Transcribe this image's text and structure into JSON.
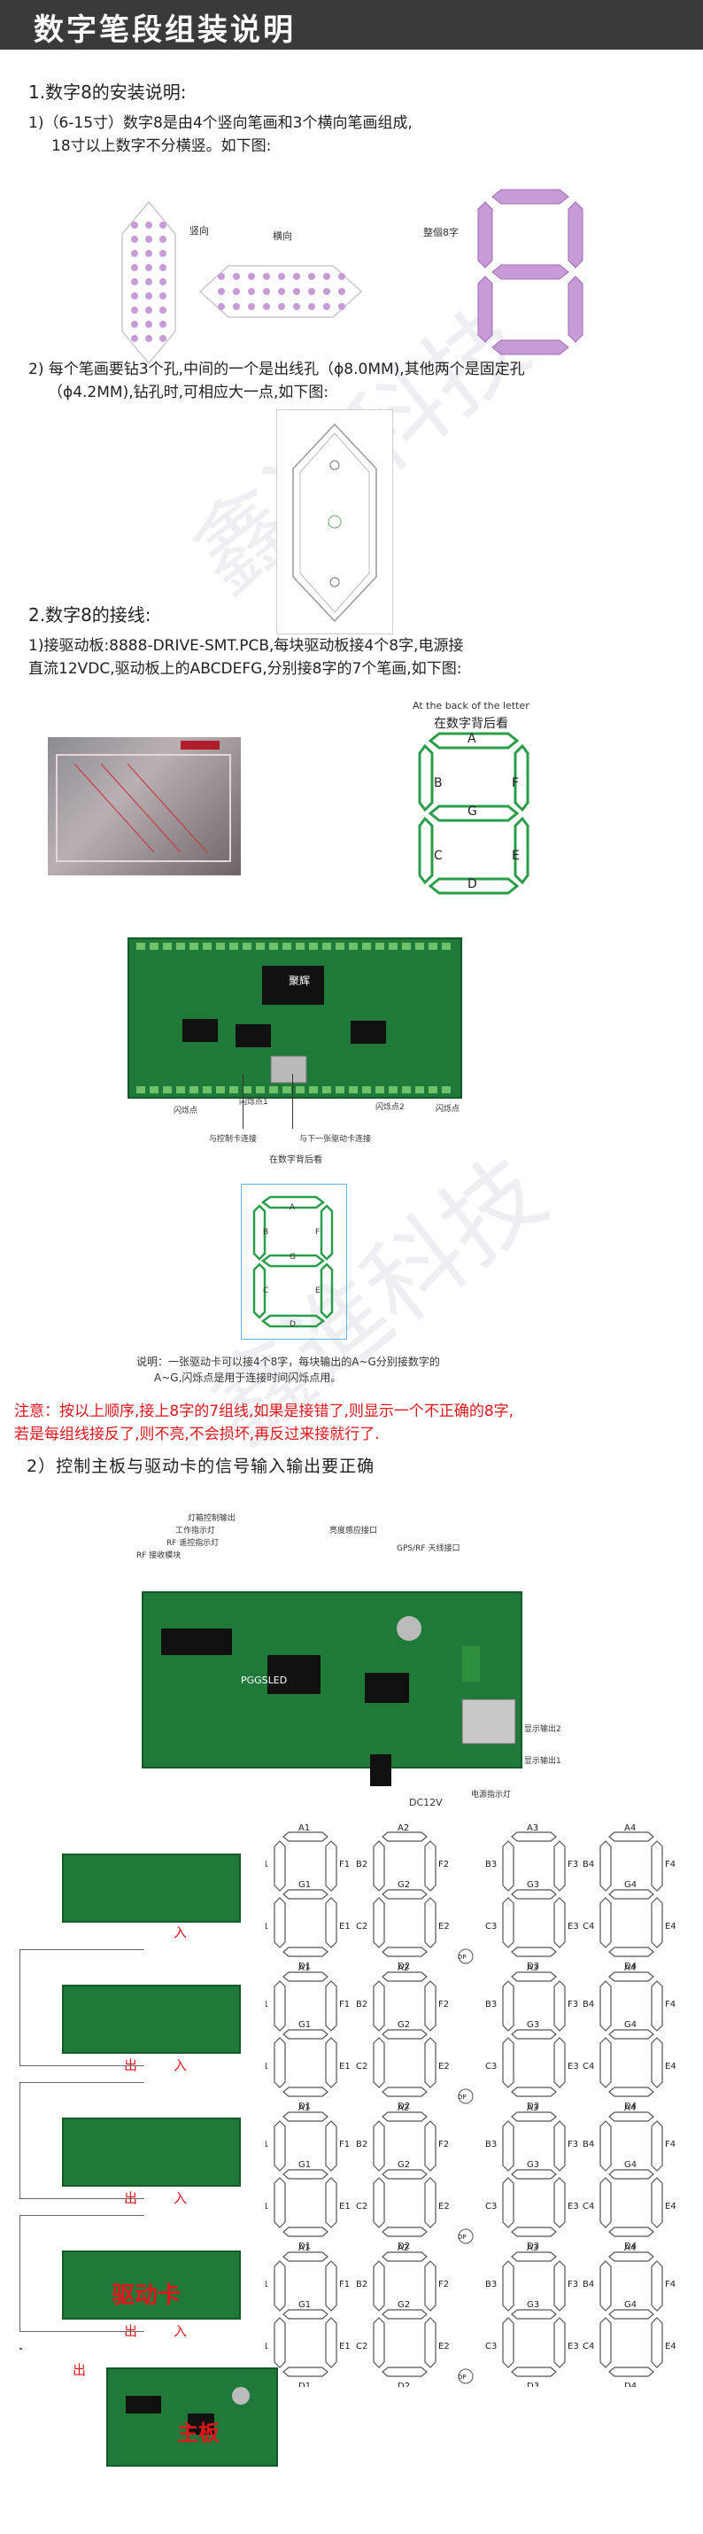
{
  "header": {
    "title": "数字笔段组装说明"
  },
  "section1": {
    "title": "1.数字8的安装说明:",
    "para1_line1": "1)（6-15寸）数字8是由4个竖向笔画和3个横向笔画组成,",
    "para1_line2": "18寸以上数字不分横竖。如下图:",
    "label_vertical": "竖向",
    "label_horizontal": "横向",
    "label_whole": "整個8字",
    "para2_line1": "2) 每个笔画要钻3个孔,中间的一个是出线孔（ϕ8.0MM),其他两个是固定孔",
    "para2_line2": "（ϕ4.2MM),钻孔时,可相应大一点,如下图:"
  },
  "section2": {
    "title": "2.数字8的接线:",
    "para_line1": "1)接驱动板:8888-DRIVE-SMT.PCB,每块驱动板接4个8字,电源接",
    "para_line2": "直流12VDC,驱动板上的ABCDEFG,分别接8字的7个笔画,如下图:",
    "back_label_en": "At the back of the letter",
    "back_label_cn": "在数字背后看",
    "segments": {
      "A": "A",
      "B": "B",
      "C": "C",
      "D": "D",
      "E": "E",
      "F": "F",
      "G": "G"
    },
    "pcb_brand": "聚辉",
    "flash_left": "闪烁点",
    "flash1": "闪烁点1",
    "flash2": "闪烁点2",
    "flash_right": "闪烁点",
    "to_card": "与控制卡连接",
    "to_next": "与下一张驱动卡连接",
    "back_view": "在数字背后看",
    "note1": "说明：一张驱动卡可以接4个8字，每块输出的A~G分别接数字的",
    "note2": "A~G,闪烁点是用于连接时间闪烁点用。",
    "warn1": "注意：按以上顺序,接上8字的7组线,如果是接错了,则显示一个不正确的8字,",
    "warn2": "若是每组线接反了,则不亮,不会损坏,再反过来接就行了.",
    "sub2": "2）控制主板与驱动卡的信号输入输出要正确"
  },
  "mainboard": {
    "labels": [
      "灯箱控制输出",
      "工作指示灯",
      "RF 遥控指示灯",
      "RF 接收模块",
      "亮度感应接口",
      "GPS/RF 天线接口",
      "显示输出2",
      "显示输出1",
      "电源指示灯",
      "DC12V"
    ],
    "brand": "PGGSLED"
  },
  "wiring": {
    "in_label": "入",
    "out_label": "出",
    "drive_card": "驱动卡",
    "main_board": "主板",
    "dp": "DP",
    "digit_groups": [
      "1",
      "2",
      "3",
      "4"
    ]
  },
  "watermark": "鑫進科技",
  "colors": {
    "accent_red": "#e0161b",
    "pcb_green": "#1f7a3a",
    "seg_green": "#2a9d4a",
    "header_bg": "#3a3a3a"
  }
}
